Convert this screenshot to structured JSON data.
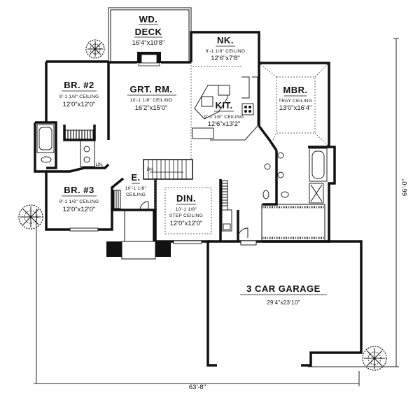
{
  "plan": {
    "overall_width": "63'-8\"",
    "overall_depth": "66'-0\"",
    "rooms": [
      {
        "id": "deck",
        "name": "WD.",
        "name2": "DECK",
        "size": "16'4\"x10'8\""
      },
      {
        "id": "nook",
        "name": "NK.",
        "ceiling": "9'-1 1/8\" CEILING",
        "size": "12'6\"x7'8\""
      },
      {
        "id": "br2",
        "name": "BR. #2",
        "ceiling": "9'-1 1/8\" CEILING",
        "size": "12'0\"x12'0\""
      },
      {
        "id": "grtrm",
        "name": "GRT. RM.",
        "ceiling": "10'-1 1/8\" CEILING",
        "size": "16'2\"x15'0\""
      },
      {
        "id": "kit",
        "name": "KIT.",
        "ceiling": "9'-1 1/8\" CEILING",
        "size": "12'6\"x13'2\""
      },
      {
        "id": "mbr",
        "name": "MBR.",
        "ceiling": "TRAY CEILING",
        "size": "13'0\"x16'4\""
      },
      {
        "id": "br3",
        "name": "BR. #3",
        "ceiling": "9'-1 1/8\" CEILING",
        "size": "12'0\"x12'0\""
      },
      {
        "id": "entry",
        "name": "E.",
        "ceiling": "10'-1 1/8\"",
        "ceiling2": "CEILING"
      },
      {
        "id": "din",
        "name": "DIN.",
        "ceiling": "10'-1 1/8\"",
        "ceiling2": "STEP CEILING",
        "size": "12'0\"x12'0\""
      },
      {
        "id": "garage",
        "name": "3 CAR GARAGE",
        "size": "29'4\"x23'10\""
      }
    ],
    "annotations": {
      "linen": "LIN.",
      "stair_down": "DN"
    },
    "colors": {
      "wall": "#111111",
      "background": "#ffffff",
      "dashed": "#666666"
    }
  }
}
